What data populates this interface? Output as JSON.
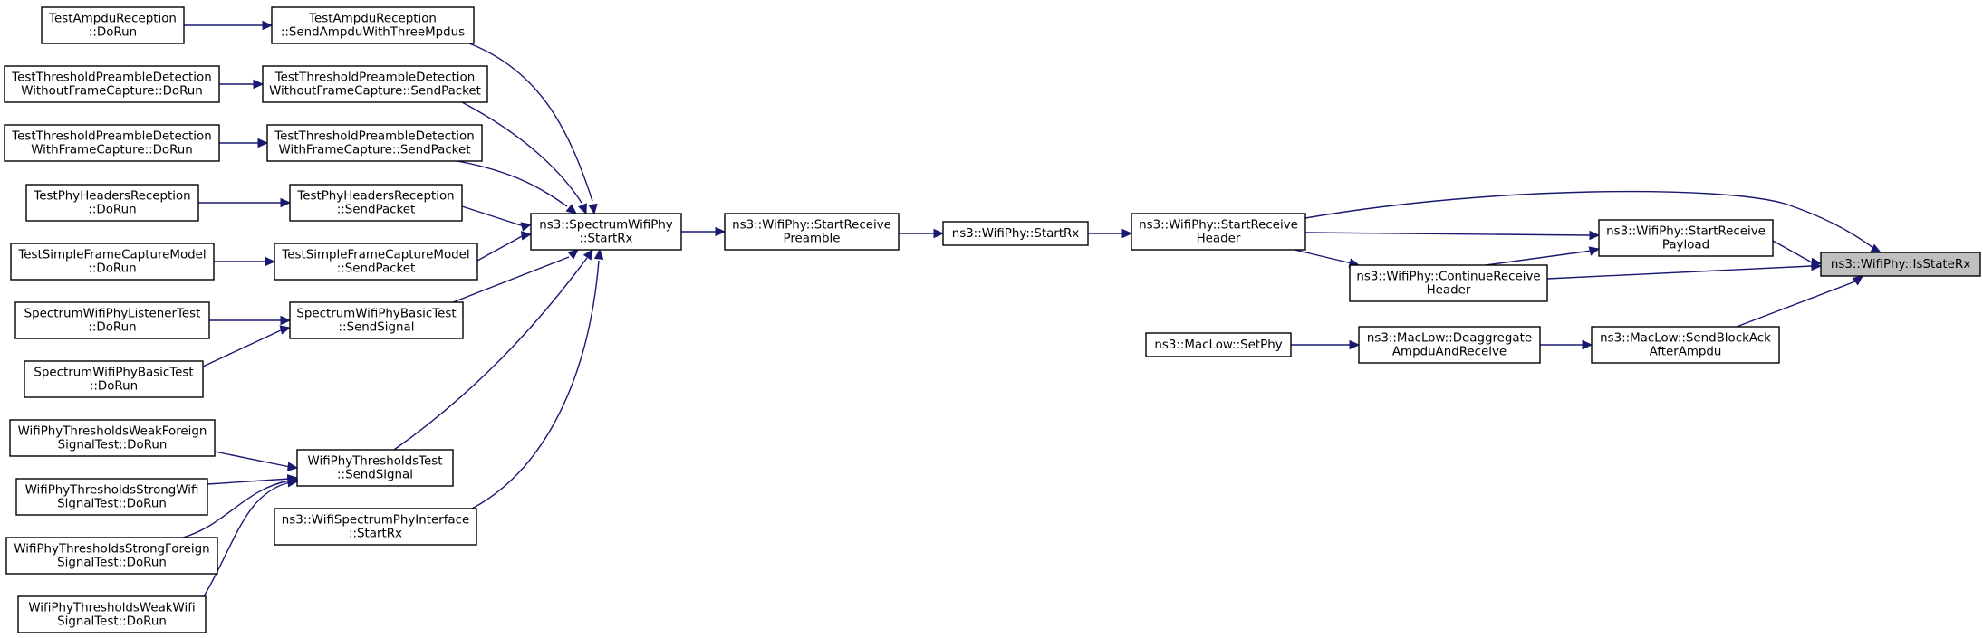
{
  "graph": {
    "title": "",
    "colors": {
      "edge": "#191970",
      "focus_fill": "#bfbfbf",
      "node_fill": "#ffffff",
      "border": "#000000"
    },
    "nodes": [
      {
        "id": "isstaterx",
        "lines": [
          "ns3::WifiPhy::IsStateRx"
        ],
        "focus": true
      },
      {
        "id": "startreceiveheader",
        "lines": [
          "ns3::WifiPhy::StartReceive",
          "Header"
        ]
      },
      {
        "id": "startreceivepayload",
        "lines": [
          "ns3::WifiPhy::StartReceive",
          "Payload"
        ]
      },
      {
        "id": "continuereceiveheader",
        "lines": [
          "ns3::WifiPhy::ContinueReceive",
          "Header"
        ]
      },
      {
        "id": "sendblockack",
        "lines": [
          "ns3::MacLow::SendBlockAck",
          "AfterAmpdu"
        ]
      },
      {
        "id": "deaggregate",
        "lines": [
          "ns3::MacLow::Deaggregate",
          "AmpduAndReceive"
        ]
      },
      {
        "id": "setphy",
        "lines": [
          "ns3::MacLow::SetPhy"
        ]
      },
      {
        "id": "startrx",
        "lines": [
          "ns3::WifiPhy::StartRx"
        ]
      },
      {
        "id": "startreceivepreamble",
        "lines": [
          "ns3::WifiPhy::StartReceive",
          "Preamble"
        ]
      },
      {
        "id": "spectrumstartrx",
        "lines": [
          "ns3::SpectrumWifiPhy",
          "::StartRx"
        ]
      },
      {
        "id": "ampdusend",
        "lines": [
          "TestAmpduReception",
          "::SendAmpduWithThreeMpdus"
        ]
      },
      {
        "id": "ampdudorun",
        "lines": [
          "TestAmpduReception",
          "::DoRun"
        ]
      },
      {
        "id": "tpdwo_send",
        "lines": [
          "TestThresholdPreambleDetection",
          "WithoutFrameCapture::SendPacket"
        ]
      },
      {
        "id": "tpdwo_dorun",
        "lines": [
          "TestThresholdPreambleDetection",
          "WithoutFrameCapture::DoRun"
        ]
      },
      {
        "id": "tpdw_send",
        "lines": [
          "TestThresholdPreambleDetection",
          "WithFrameCapture::SendPacket"
        ]
      },
      {
        "id": "tpdw_dorun",
        "lines": [
          "TestThresholdPreambleDetection",
          "WithFrameCapture::DoRun"
        ]
      },
      {
        "id": "phyhdr_send",
        "lines": [
          "TestPhyHeadersReception",
          "::SendPacket"
        ]
      },
      {
        "id": "phyhdr_dorun",
        "lines": [
          "TestPhyHeadersReception",
          "::DoRun"
        ]
      },
      {
        "id": "sfcm_send",
        "lines": [
          "TestSimpleFrameCaptureModel",
          "::SendPacket"
        ]
      },
      {
        "id": "sfcm_dorun",
        "lines": [
          "TestSimpleFrameCaptureModel",
          "::DoRun"
        ]
      },
      {
        "id": "swpbt_send",
        "lines": [
          "SpectrumWifiPhyBasicTest",
          "::SendSignal"
        ]
      },
      {
        "id": "swplt_dorun",
        "lines": [
          "SpectrumWifiPhyListenerTest",
          "::DoRun"
        ]
      },
      {
        "id": "swpbt_dorun",
        "lines": [
          "SpectrumWifiPhyBasicTest",
          "::DoRun"
        ]
      },
      {
        "id": "wpt_send",
        "lines": [
          "WifiPhyThresholdsTest",
          "::SendSignal"
        ]
      },
      {
        "id": "wpt_weakforeign",
        "lines": [
          "WifiPhyThresholdsWeakForeign",
          "SignalTest::DoRun"
        ]
      },
      {
        "id": "wpt_strongwifi",
        "lines": [
          "WifiPhyThresholdsStrongWifi",
          "SignalTest::DoRun"
        ]
      },
      {
        "id": "wpt_strongforeign",
        "lines": [
          "WifiPhyThresholdsStrongForeign",
          "SignalTest::DoRun"
        ]
      },
      {
        "id": "wpt_weakwifi",
        "lines": [
          "WifiPhyThresholdsWeakWifi",
          "SignalTest::DoRun"
        ]
      },
      {
        "id": "wsphyif_startrx",
        "lines": [
          "ns3::WifiSpectrumPhyInterface",
          "::StartRx"
        ]
      }
    ],
    "edges": [
      {
        "from": "startreceiveheader",
        "to": "isstaterx"
      },
      {
        "from": "startreceivepayload",
        "to": "isstaterx"
      },
      {
        "from": "continuereceiveheader",
        "to": "isstaterx"
      },
      {
        "from": "sendblockack",
        "to": "isstaterx"
      },
      {
        "from": "startreceiveheader",
        "to": "startreceivepayload"
      },
      {
        "from": "continuereceiveheader",
        "to": "startreceivepayload"
      },
      {
        "from": "startreceiveheader",
        "to": "continuereceiveheader"
      },
      {
        "from": "deaggregate",
        "to": "sendblockack"
      },
      {
        "from": "setphy",
        "to": "deaggregate"
      },
      {
        "from": "startrx",
        "to": "startreceiveheader"
      },
      {
        "from": "startreceivepreamble",
        "to": "startrx"
      },
      {
        "from": "spectrumstartrx",
        "to": "startreceivepreamble"
      },
      {
        "from": "ampdusend",
        "to": "spectrumstartrx"
      },
      {
        "from": "tpdwo_send",
        "to": "spectrumstartrx"
      },
      {
        "from": "tpdw_send",
        "to": "spectrumstartrx"
      },
      {
        "from": "phyhdr_send",
        "to": "spectrumstartrx"
      },
      {
        "from": "sfcm_send",
        "to": "spectrumstartrx"
      },
      {
        "from": "swpbt_send",
        "to": "spectrumstartrx"
      },
      {
        "from": "wpt_send",
        "to": "spectrumstartrx"
      },
      {
        "from": "wsphyif_startrx",
        "to": "spectrumstartrx"
      },
      {
        "from": "ampdudorun",
        "to": "ampdusend"
      },
      {
        "from": "tpdwo_dorun",
        "to": "tpdwo_send"
      },
      {
        "from": "tpdw_dorun",
        "to": "tpdw_send"
      },
      {
        "from": "phyhdr_dorun",
        "to": "phyhdr_send"
      },
      {
        "from": "sfcm_dorun",
        "to": "sfcm_send"
      },
      {
        "from": "swplt_dorun",
        "to": "swpbt_send"
      },
      {
        "from": "swpbt_dorun",
        "to": "swpbt_send"
      },
      {
        "from": "wpt_weakforeign",
        "to": "wpt_send"
      },
      {
        "from": "wpt_strongwifi",
        "to": "wpt_send"
      },
      {
        "from": "wpt_strongforeign",
        "to": "wpt_send"
      },
      {
        "from": "wpt_weakwifi",
        "to": "wpt_send"
      }
    ]
  }
}
